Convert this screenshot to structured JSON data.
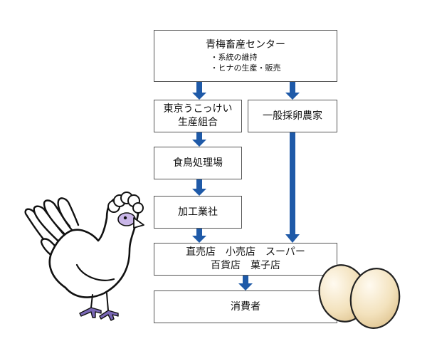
{
  "diagram": {
    "nodes": {
      "center": {
        "title": "青梅畜産センター",
        "items": [
          "・系統の維持",
          "・ヒナの生産・販売"
        ]
      },
      "union": {
        "lines": [
          "東京うこっけい",
          "生産組合"
        ]
      },
      "farmers": {
        "label": "一般採卵農家"
      },
      "processing": {
        "label": "食鳥処理場"
      },
      "maker": {
        "label": "加工業社"
      },
      "stores": {
        "lines": [
          "直売店　小売店　スーパー",
          "百貨店　菓子店"
        ]
      },
      "consumer": {
        "label": "消費者"
      }
    },
    "edges": [
      {
        "from": "center",
        "to": "union"
      },
      {
        "from": "center",
        "to": "farmers"
      },
      {
        "from": "union",
        "to": "processing"
      },
      {
        "from": "processing",
        "to": "maker"
      },
      {
        "from": "maker",
        "to": "stores"
      },
      {
        "from": "farmers",
        "to": "stores"
      },
      {
        "from": "stores",
        "to": "consumer"
      }
    ],
    "colors": {
      "arrow": "#1f5aa8",
      "border": "#555555",
      "comb": "#c9b6e8",
      "egg": "#f3e2bd",
      "feet": "#7a68b6"
    },
    "illustrations": [
      "chicken-illustration",
      "eggs-illustration"
    ]
  }
}
